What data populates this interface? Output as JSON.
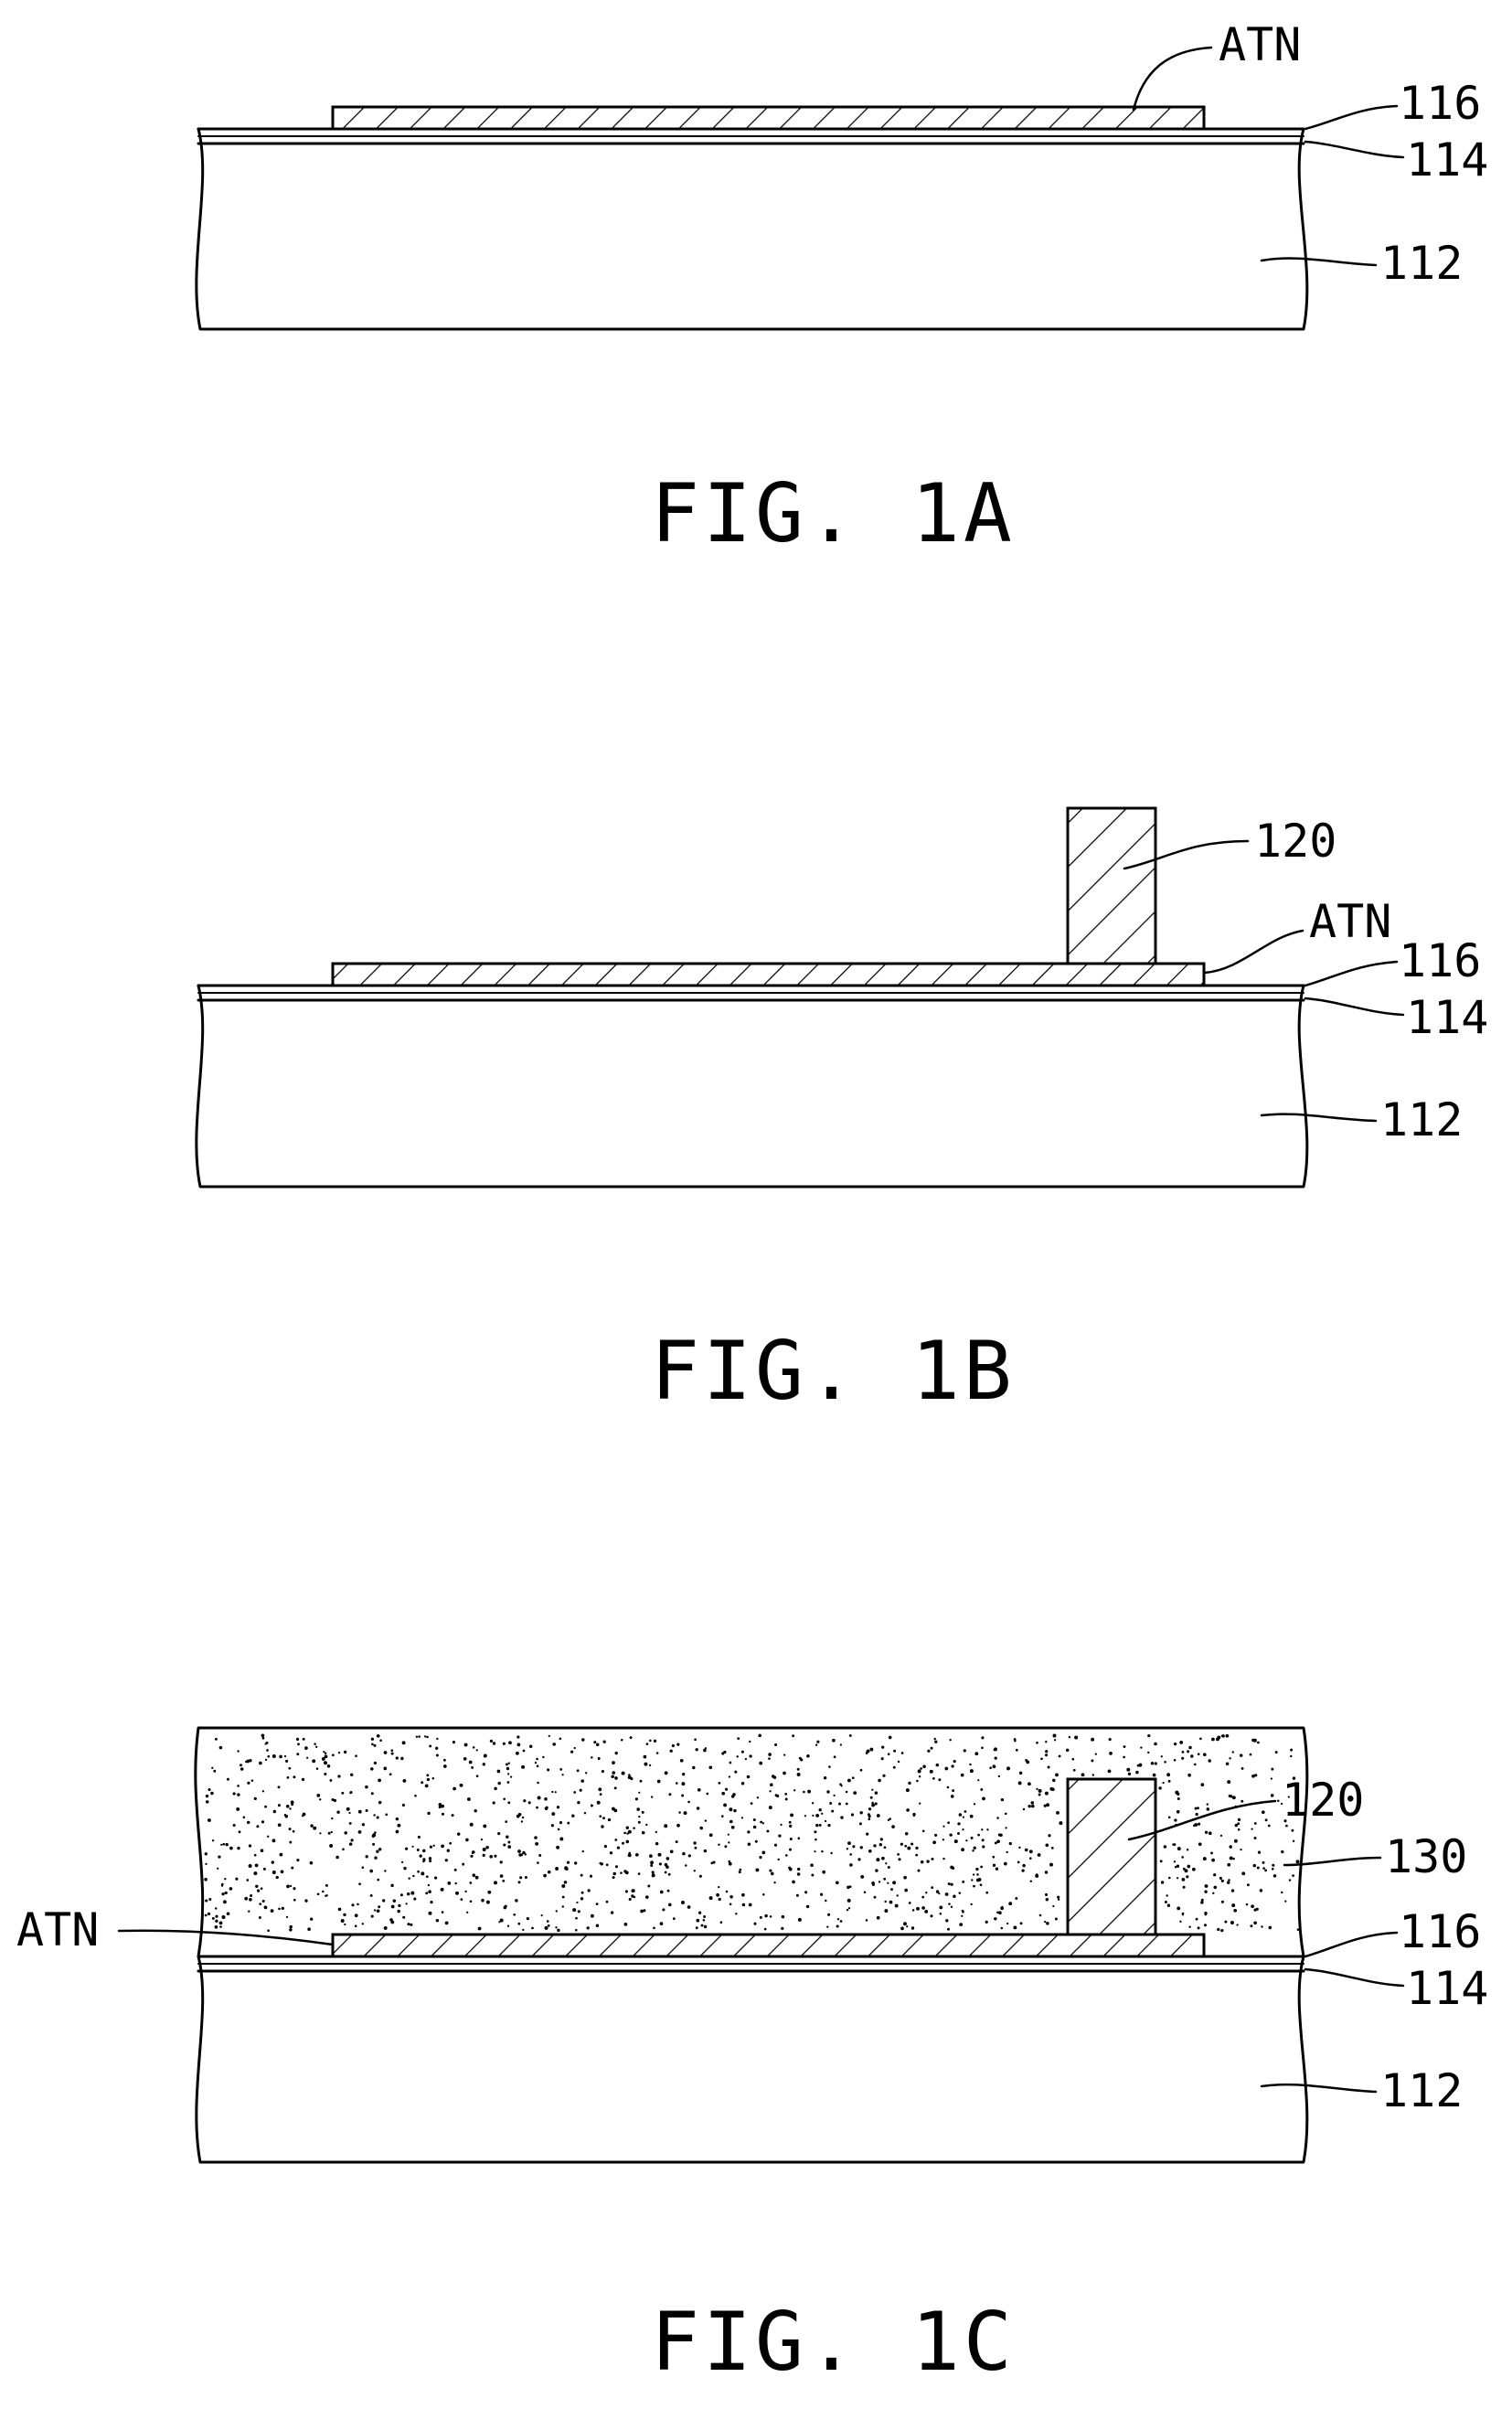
{
  "figures": [
    {
      "caption": "FIG. 1A",
      "labels": {
        "atn": "ATN",
        "l116": "116",
        "l114": "114",
        "l112": "112"
      }
    },
    {
      "caption": "FIG. 1B",
      "labels": {
        "l120": "120",
        "atn": "ATN",
        "l116": "116",
        "l114": "114",
        "l112": "112"
      }
    },
    {
      "caption": "FIG. 1C",
      "labels": {
        "atn": "ATN",
        "l120": "120",
        "l130": "130",
        "l116": "116",
        "l114": "114",
        "l112": "112"
      }
    }
  ]
}
